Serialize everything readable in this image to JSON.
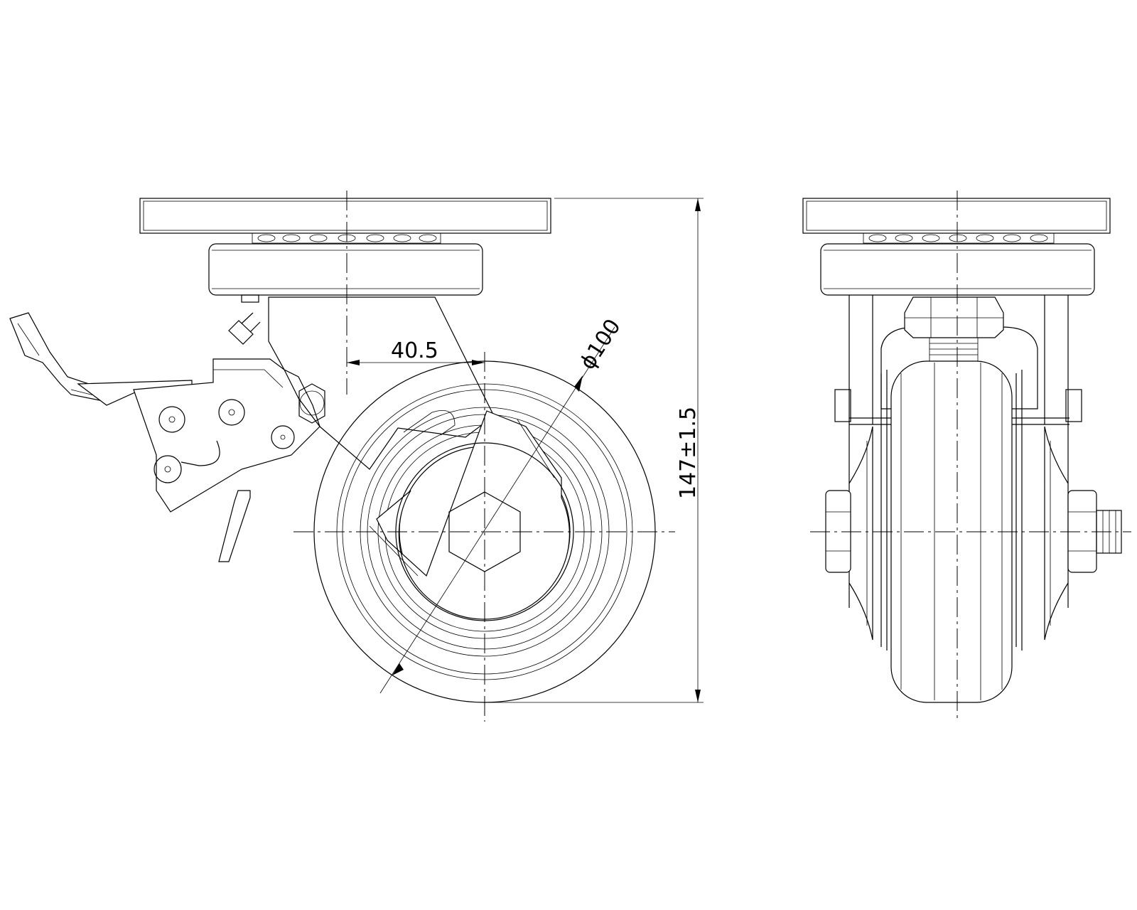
{
  "dimensions": {
    "offset": "40.5",
    "wheel_diameter": "ϕ100",
    "overall_height": "147±1.5"
  },
  "colors": {
    "line": "#000000",
    "background": "#ffffff"
  }
}
